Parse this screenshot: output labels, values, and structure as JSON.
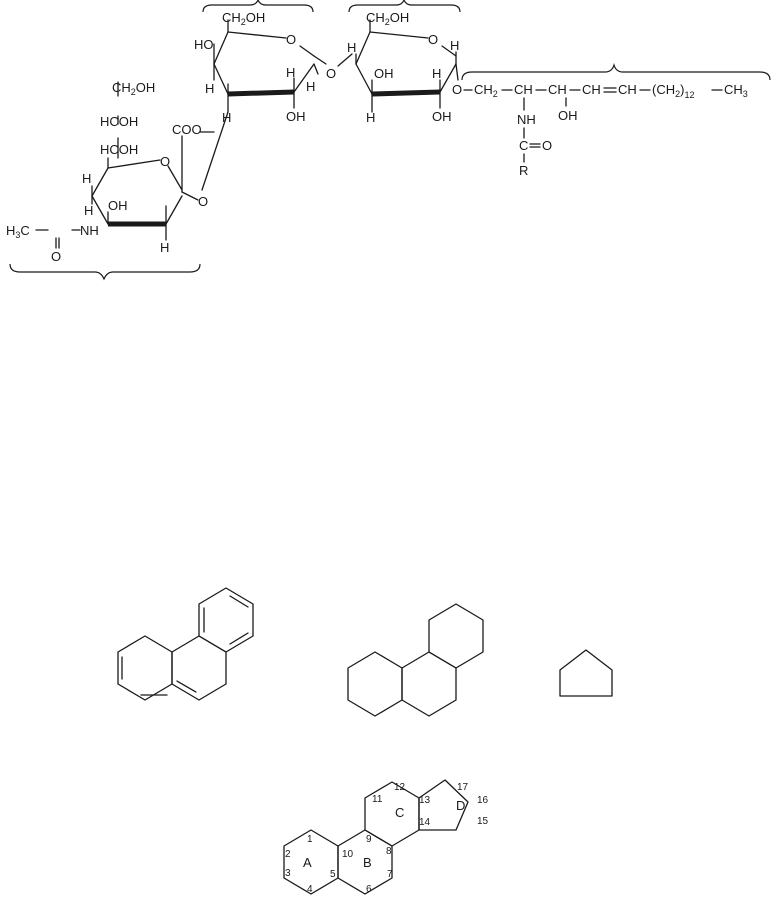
{
  "ganglioside": {
    "sialic": {
      "ch2oh": "CH",
      "ch2oh_sub": "2",
      "ch2oh_tail": "OH",
      "hcoh_1": "HCOH",
      "hcoh_2": "HCOH",
      "h_a": "H",
      "h_b": "H",
      "oh_ring": "OH",
      "h_c": "H",
      "nh": "NH",
      "h3c": "H",
      "h3c_sub": "3",
      "h3c_tail": "C",
      "carbonyl_o": "O",
      "coo": "COO",
      "o_ring": "O",
      "o_link": "O"
    },
    "galactose": {
      "ch2oh": "CH",
      "ch2oh_sub": "2",
      "ch2oh_tail": "OH",
      "ho": "HO",
      "h_left": "H",
      "h_mid": "H",
      "h_low": "H",
      "h_right": "H",
      "oh": "OH",
      "o_ring": "O",
      "o_glyco": "O"
    },
    "glucose": {
      "ch2oh": "CH",
      "ch2oh_sub": "2",
      "ch2oh_tail": "OH",
      "h_left": "H",
      "oh_mid": "OH",
      "h_mid": "H",
      "h_low": "H",
      "oh_low": "OH",
      "h_right": "H",
      "o_ring": "O"
    },
    "ceramide": {
      "chain_o": "O",
      "ch2": "CH",
      "ch2_sub": "2",
      "ch_1": "CH",
      "ch_2": "CH",
      "ch_3": "CH",
      "ch_4": "CH",
      "ch2n_open": "(CH",
      "ch2n_sub": "2",
      "ch2n_close": ")",
      "repeat": "12",
      "ch3": "CH",
      "ch3_sub": "3",
      "oh": "OH",
      "nh": "NH",
      "c": "C",
      "o": "O",
      "r": "R"
    }
  },
  "steroid_core": {
    "ring_labels": [
      "A",
      "B",
      "C",
      "D"
    ],
    "atom_numbers": [
      "1",
      "2",
      "3",
      "4",
      "5",
      "6",
      "7",
      "8",
      "9",
      "10",
      "11",
      "12",
      "13",
      "14",
      "15",
      "16",
      "17"
    ]
  }
}
